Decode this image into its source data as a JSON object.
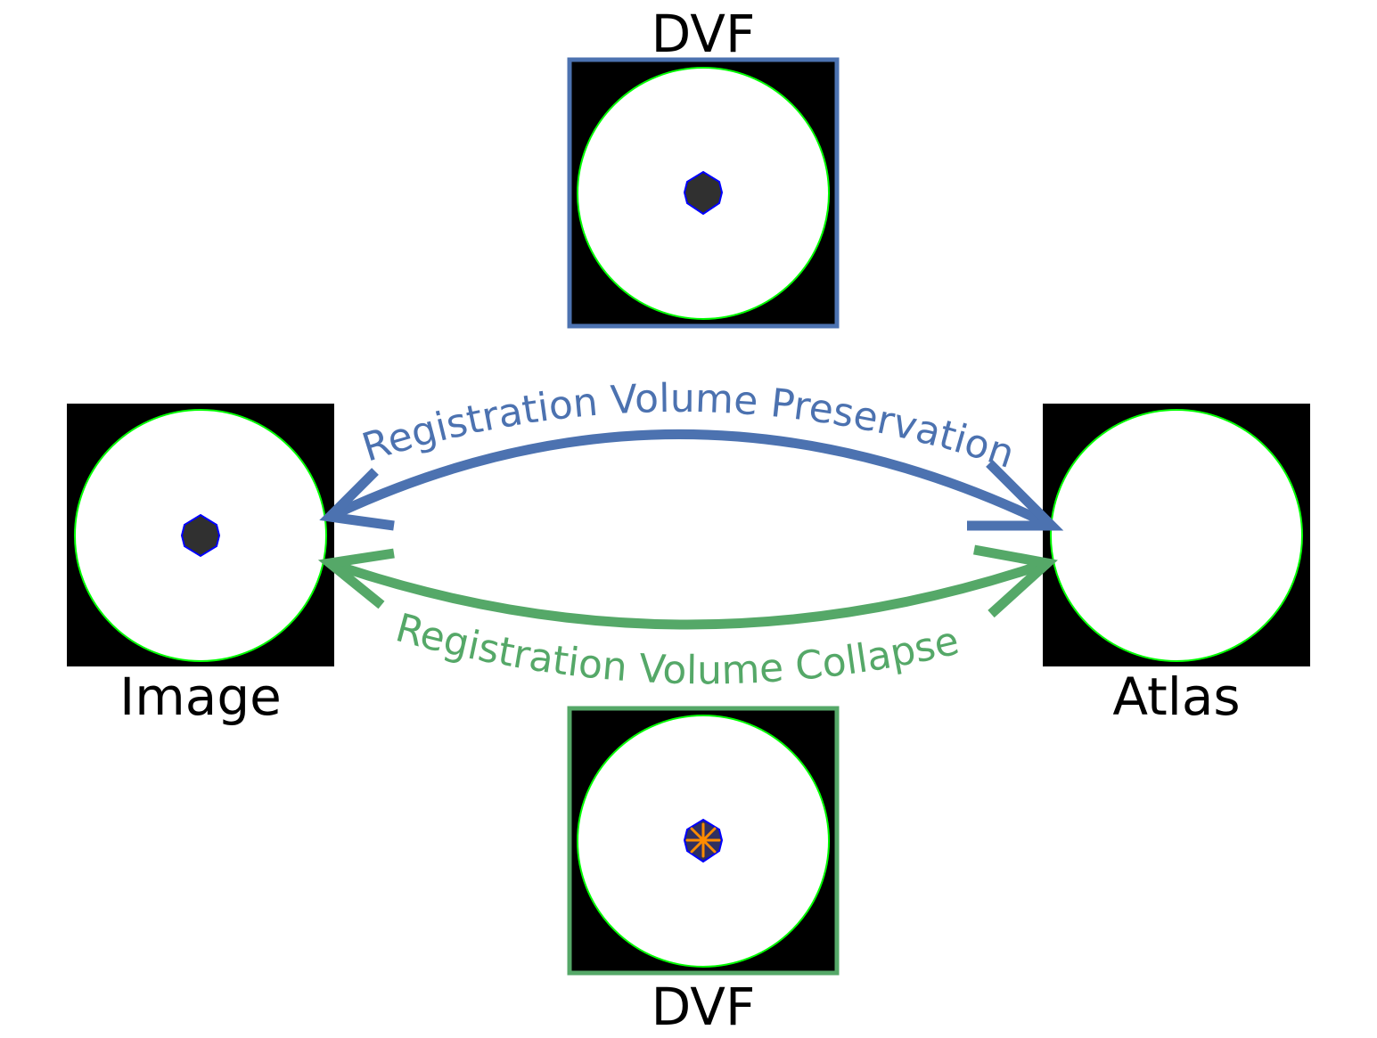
{
  "labels": {
    "dvf_top": "DVF",
    "dvf_bottom": "DVF",
    "image": "Image",
    "atlas": "Atlas"
  },
  "arcs": {
    "preservation": "Registration Volume Preservation",
    "collapse": "Registration Volume Collapse"
  },
  "colors": {
    "preservation": "#4C72B0",
    "collapse": "#55A868",
    "circle_outline": "#00FF00",
    "center_marker": "#303030",
    "center_outline": "#0000FF",
    "collapse_marker": "#FF8C00",
    "panel_bg": "#000000"
  },
  "icons": {
    "image_panel": "circle-with-dark-center",
    "atlas_panel": "plain-white-circle",
    "dvf_top_panel": "circle-with-dark-center",
    "dvf_bottom_panel": "circle-with-collapsed-orange-center"
  }
}
